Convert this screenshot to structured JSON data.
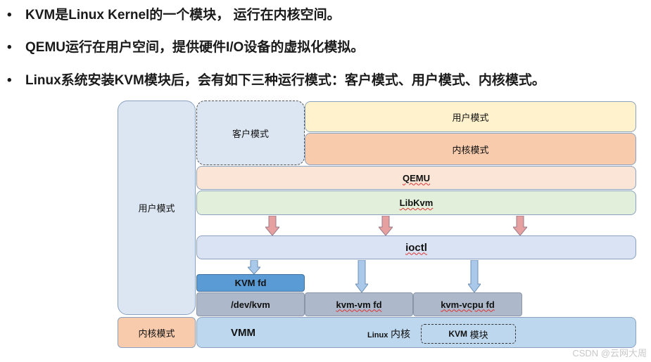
{
  "bullets": [
    {
      "text": "KVM是Linux Kernel的一个模块， 运行在内核空间。"
    },
    {
      "text": "QEMU运行在用户空间，提供硬件I/O设备的虚拟化模拟。"
    },
    {
      "text": "Linux系统安装KVM模块后，会有如下三种运行模式：客户模式、用户模式、内核模式。"
    }
  ],
  "diagram": {
    "user_mode_side": "用户模式",
    "kernel_mode_side": "内核模式",
    "guest_mode": "客户模式",
    "guest_user_mode": "用户模式",
    "guest_kernel_mode": "内核模式",
    "qemu": "QEMU",
    "libkvm": "LibKvm",
    "ioctl": "ioctl",
    "kvm_fd": "KVM fd",
    "dev_kvm": "/dev/kvm",
    "kvm_vm_fd": "kvm-vm fd",
    "kvm_vcpu_fd": "kvm-vcpu fd",
    "vmm": "VMM",
    "linux_kernel_prefix": "Linux",
    "linux_kernel_suffix": "内核",
    "kvm_module_prefix": "KVM",
    "kvm_module_suffix": "模块"
  },
  "colors": {
    "user_side": "#dce6f2",
    "guest": "#dce6f2",
    "guest_user": "#fff2cc",
    "guest_kernel": "#f8cbad",
    "qemu": "#fbe5d6",
    "libkvm": "#e2efda",
    "ioctl": "#dae3f3",
    "kvm_fd": "#5b9bd5",
    "fd_gray": "#adb9ca",
    "vmm": "#bdd7ee",
    "kernel_side": "#f8cbad",
    "arrow_red": "#e6a0a0",
    "arrow_blue": "#a9c8ea"
  },
  "watermark": "CSDN @云网大周"
}
